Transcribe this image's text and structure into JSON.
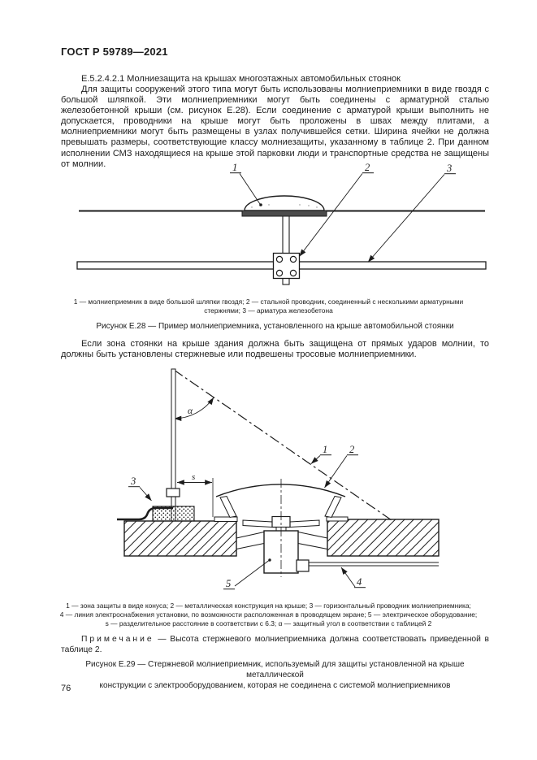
{
  "doc": {
    "header": "ГОСТ Р 59789—2021",
    "section_title": "Е.5.2.4.2.1  Молниезащита на крышах многоэтажных автомобильных стоянок",
    "para1": "Для защиты сооружений этого типа могут быть использованы молниеприемники в виде гвоздя с большой шляпкой. Эти молниеприемники могут быть соединены с арматурной сталью железобетонной крыши (см. рисунок Е.28). Если соединение с арматурой крыши выполнить не допускается, проводники на крыше могут быть проложены в швах между плитами, а молниеприемники могут быть размещены в узлах получившейся сетки. Ширина ячейки не должна превышать размеры, соответствующие классу молниезащиты, указанному в таблице 2. При данном исполнении СМЗ находящиеся на крыше этой парковки люди и транспортные средства не защищены от молнии.",
    "para2": "Если зона стоянки на крыше здания должна быть защищена от прямых ударов молнии, то должны быть установлены стержневые или подвешены тросовые молниеприемники.",
    "note_label": "Примечание",
    "note_text": " — Высота стержневого молниеприемника должна соответствовать приведенной в таблице 2.",
    "page_number": "76"
  },
  "fig28": {
    "legend_lines": [
      "1 — молниеприемник в виде большой шляпки гвоздя; 2 — стальной проводник, соединенный с несколькими арматурными",
      "стержнями; 3 — арматура железобетона"
    ],
    "caption": "Рисунок Е.28 — Пример молниеприемника, установленного на крыше автомобильной стоянки",
    "label1": "1",
    "label2": "2",
    "label3": "3"
  },
  "fig29": {
    "legend_lines": [
      "1 — зона защиты в виде конуса; 2 — металлическая конструкция на крыше; 3 — горизонтальный проводник молниеприемника;",
      "4 — линия электроснабжения установки, по возможности расположенная в проводящем экране; 5 — электрическое оборудование;",
      "s — разделительное расстояние в соответствии с 6.3; α — защитный угол в соответствии с таблицей 2"
    ],
    "caption_lines": [
      "Рисунок Е.29 — Стержневой молниеприемник, используемый для защиты установленной на крыше металлической",
      "конструкции с электрооборудованием, которая не соединена с системой молниеприемников"
    ],
    "label1": "1",
    "label2": "2",
    "label3": "3",
    "label4": "4",
    "label5": "5",
    "label_s": "s",
    "label_alpha": "α"
  }
}
